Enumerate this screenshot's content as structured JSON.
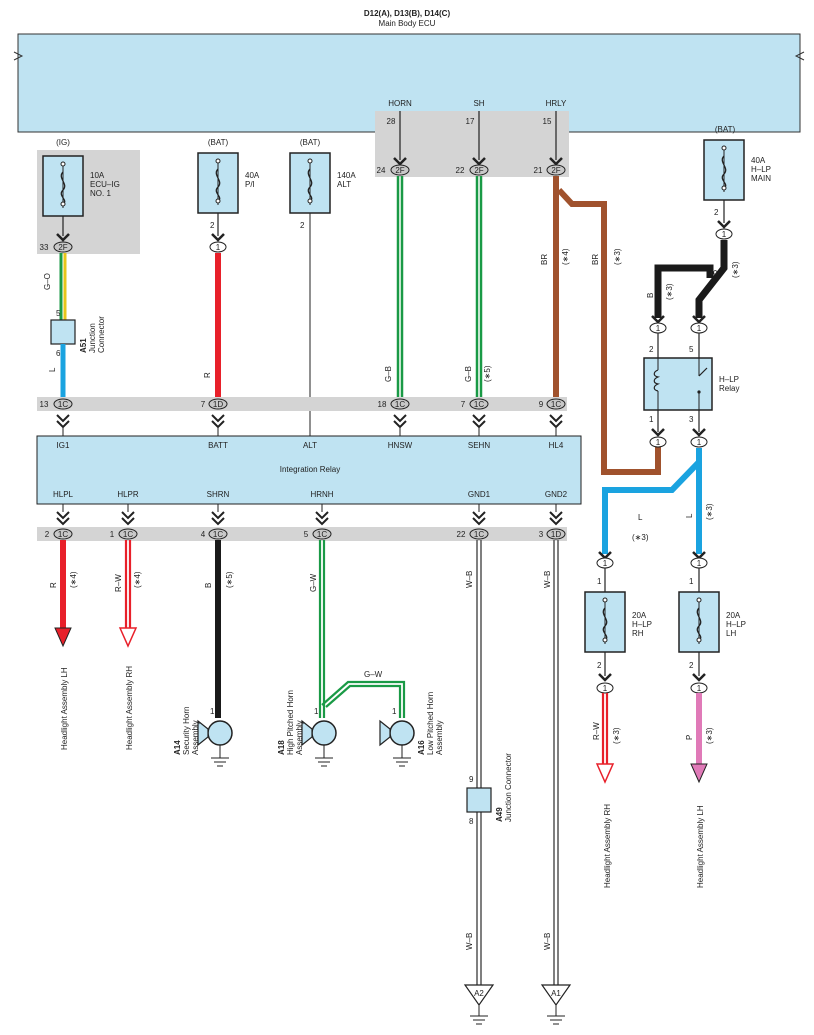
{
  "ecu": {
    "title": "D12(A), D13(B), D14(C)",
    "subtitle": "Main Body ECU",
    "terminals": [
      {
        "name": "HORN",
        "pin": "28",
        "conn_pin": "24",
        "conn": "2F"
      },
      {
        "name": "SH",
        "pin": "17",
        "conn_pin": "22",
        "conn": "2F"
      },
      {
        "name": "HRLY",
        "pin": "15",
        "conn_pin": "21",
        "conn": "2F"
      }
    ]
  },
  "fuses": {
    "ecu_ig": {
      "source": "(IG)",
      "line1": "10A",
      "line2": "ECU–IG",
      "line3": "NO. 1",
      "pin_out": "33",
      "conn": "2F"
    },
    "pi": {
      "source": "(BAT)",
      "line1": "40A",
      "line2": "P/I",
      "pin_out": "2",
      "conn": "1"
    },
    "alt": {
      "source": "(BAT)",
      "line1": "140A",
      "line2": "ALT",
      "pin_out": "2"
    },
    "hlp_main": {
      "source": "(BAT)",
      "line1": "40A",
      "line2": "H–LP",
      "line3": "MAIN",
      "pin_out": "2",
      "conn": "1"
    },
    "hlp_rh": {
      "line1": "20A",
      "line2": "H–LP",
      "line3": "RH",
      "pin_in": "1",
      "pin_out": "2",
      "conn": "1"
    },
    "hlp_lh": {
      "line1": "20A",
      "line2": "H–LP",
      "line3": "LH",
      "pin_in": "1",
      "pin_out": "2",
      "conn": "1"
    }
  },
  "junction_a51": {
    "id": "A51",
    "name1": "Junction",
    "name2": "Connector",
    "pin_in": "5",
    "pin_out": "6"
  },
  "junction_a49": {
    "id": "A49",
    "name": "Junction Connector",
    "pin_in": "9",
    "pin_out": "8"
  },
  "hlp_relay": {
    "name1": "H–LP",
    "name2": "Relay",
    "pin_tl": "2",
    "pin_tr": "5",
    "pin_bl": "1",
    "pin_br": "3",
    "conn": "1"
  },
  "wires": {
    "go": "G–O",
    "l": "L",
    "r": "R",
    "gb": "G–B",
    "gb2": "G–B",
    "br1": "BR",
    "br2": "BR",
    "b1": "B",
    "b2": "B",
    "l_relay1": "L",
    "l_relay2": "L",
    "r_out": "R",
    "rw_out": "R–W",
    "b_out": "B",
    "gw_out": "G–W",
    "gw_horn": "G–W",
    "wb1": "W–B",
    "wb2": "W–B",
    "wb3": "W–B",
    "wb4": "W–B",
    "rw_rh": "R–W",
    "p_lh": "P"
  },
  "notes": {
    "n4": "(∗4)",
    "n3": "(∗3)",
    "n5": "(∗5)"
  },
  "integration_relay": {
    "title": "Integration Relay",
    "top_terminals": [
      {
        "name": "IG1",
        "pin": "13",
        "conn": "1C"
      },
      {
        "name": "BATT",
        "pin": "7",
        "conn": "1D"
      },
      {
        "name": "ALT",
        "pin": "",
        "conn": ""
      },
      {
        "name": "HNSW",
        "pin": "18",
        "conn": "1C"
      },
      {
        "name": "SEHN",
        "pin": "7",
        "conn": "1C"
      },
      {
        "name": "HL4",
        "pin": "9",
        "conn": "1C"
      }
    ],
    "bottom_terminals": [
      {
        "name": "HLPL",
        "pin": "2",
        "conn": "1C"
      },
      {
        "name": "HLPR",
        "pin": "1",
        "conn": "1C"
      },
      {
        "name": "SHRN",
        "pin": "4",
        "conn": "1C"
      },
      {
        "name": "HRNH",
        "pin": "5",
        "conn": "1C"
      },
      {
        "name": "GND1",
        "pin": "22",
        "conn": "1C"
      },
      {
        "name": "GND2",
        "pin": "3",
        "conn": "1D"
      }
    ]
  },
  "loads": {
    "headlight_lh_1": "Headlight Assembly LH",
    "headlight_rh_1": "Headlight Assembly RH",
    "headlight_rh_2": "Headlight Assembly RH",
    "headlight_lh_2": "Headlight Assembly LH",
    "security_horn": {
      "id": "A14",
      "line1": "Security Horn",
      "line2": "Assembly",
      "pin": "1"
    },
    "high_horn": {
      "id": "A18",
      "line1": "High Pitched Horn",
      "line2": "Assembly",
      "pin": "1"
    },
    "low_horn": {
      "id": "A16",
      "line1": "Low Pitched Horn",
      "line2": "Assembly",
      "pin": "1"
    }
  },
  "grounds": {
    "a2": "A2",
    "a1": "A1"
  },
  "colors": {
    "panel": "#bfe3f2",
    "gray": "#d4d4d4",
    "red": "#e8202a",
    "blue": "#1aa3e0",
    "green": "#1a9a46",
    "brown": "#a0522d",
    "black": "#1a1a1a",
    "pink": "#e07ab8"
  }
}
